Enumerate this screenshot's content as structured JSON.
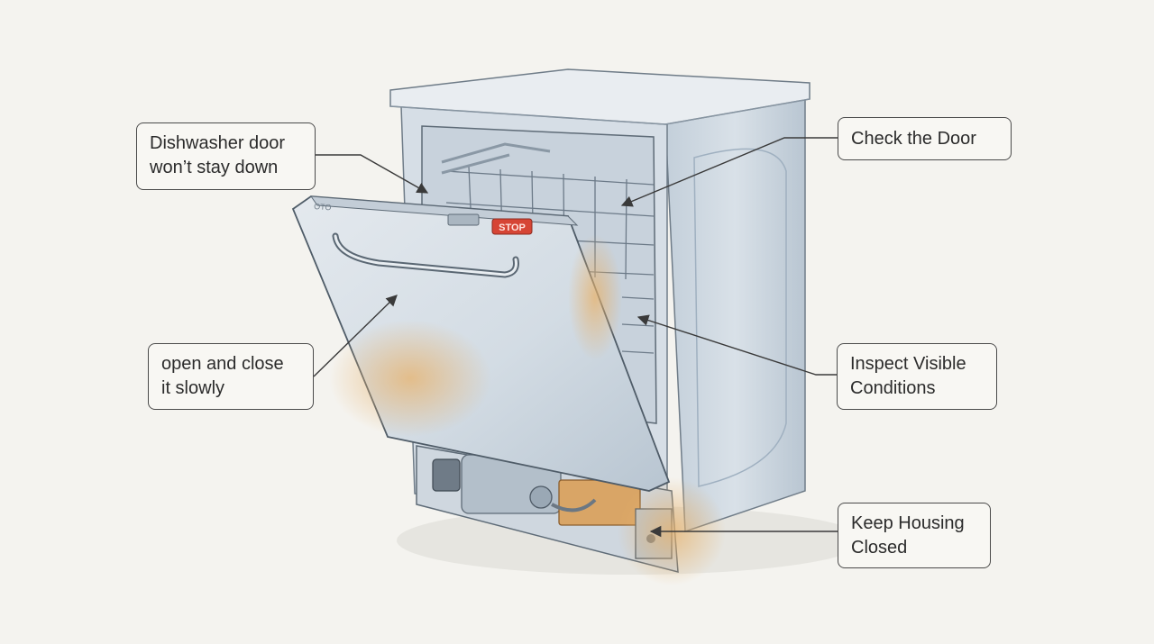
{
  "callouts": {
    "door_wont_stay_down": {
      "lines": [
        "Dishwasher door",
        "won’t stay down"
      ]
    },
    "open_close_slowly": {
      "lines": [
        "open and close",
        "it slowly"
      ]
    },
    "check_door": {
      "lines": [
        "Check the Door"
      ]
    },
    "inspect_visible": {
      "lines": [
        "Inspect Visible",
        "Conditions"
      ]
    },
    "keep_housing": {
      "lines": [
        "Keep Housing",
        "Closed"
      ]
    }
  },
  "panel": {
    "badge_text": "STOP",
    "logo_text": "OTO"
  },
  "colors": {
    "background": "#f4f3ef",
    "line": "#4a4a4a",
    "badge": "#d64535",
    "rust": "#e0a866",
    "steel": "#c9d3dc"
  }
}
